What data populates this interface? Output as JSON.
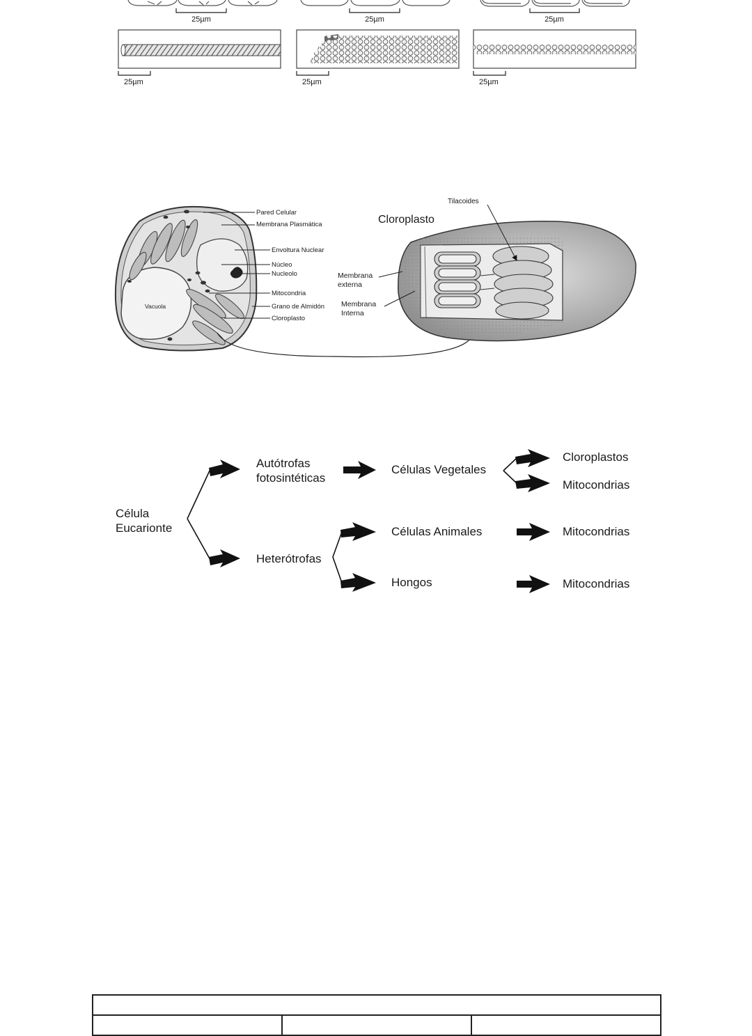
{
  "scale_bars": {
    "top_row": [
      "25µm",
      "25µm",
      "25µm"
    ],
    "fibers_row": [
      "25µm",
      "25µm",
      "25µm"
    ]
  },
  "cell_diagram": {
    "cell_labels": [
      "Pared Celular",
      "Membrana Plasmática",
      "Envoltura Nuclear",
      "Núcleo",
      "Nucleolo",
      "Mitocondria",
      "Grano de Almidón",
      "Cloroplasto"
    ],
    "vacuole_label": "Vacuola",
    "chloroplast_title": "Cloroplasto",
    "thylakoids_label": "Tilacoides",
    "outer_membrane_label": [
      "Membrana",
      "externa"
    ],
    "inner_membrane_label": [
      "Membrana",
      "Interna"
    ]
  },
  "flowchart": {
    "root": [
      "Célula",
      "Eucarionte"
    ],
    "autotrophs": [
      "Autótrofas",
      "fotosintéticas"
    ],
    "heterotrophs": "Heterótrofas",
    "plant_cells": "Células Vegetales",
    "animal_cells": "Células Animales",
    "fungi": "Hongos",
    "chloroplasts": "Cloroplastos",
    "mito_plant": "Mitocondrias",
    "mito_animal": "Mitocondrias",
    "mito_fungi": "Mitocondrias"
  },
  "footer_table": {
    "header": "",
    "cells": [
      "",
      "",
      ""
    ]
  }
}
